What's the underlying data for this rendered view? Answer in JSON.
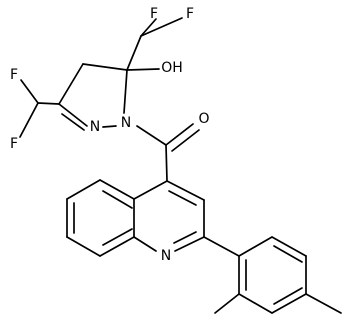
{
  "molecule": {
    "atoms": {
      "f_top_1": "F",
      "f_top_2": "F",
      "oh": "OH",
      "f_left_1": "F",
      "f_left_2": "F",
      "n_pyrazoline_1": "N",
      "n_pyrazoline_2": "N",
      "o_carbonyl": "O",
      "n_quinoline": "N"
    }
  }
}
